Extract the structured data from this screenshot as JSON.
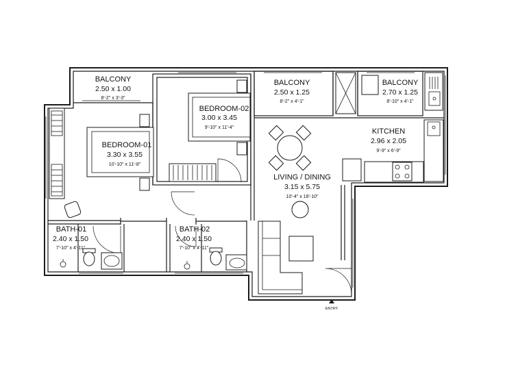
{
  "rooms": {
    "balcony_1": {
      "name": "BALCONY",
      "dim": "2.50 x 1.00",
      "imperial": "8'-2\" x 3'-3\""
    },
    "bedroom_2": {
      "name": "BEDROOM-02",
      "dim": "3.00 x 3.45",
      "imperial": "9'-10\" x 11'-4\""
    },
    "balcony_2": {
      "name": "BALCONY",
      "dim": "2.50 x 1.25",
      "imperial": "8'-2\" x 4'-1\""
    },
    "balcony_3": {
      "name": "BALCONY",
      "dim": "2.70 x 1.25",
      "imperial": "8'-10\" x 4'-1\""
    },
    "bedroom_1": {
      "name": "BEDROOM-01",
      "dim": "3.30 x 3.55",
      "imperial": "10'-10\" x 11'-8\""
    },
    "kitchen": {
      "name": "KITCHEN",
      "dim": "2.96 x 2.05",
      "imperial": "9'-9\" x 6'-9\""
    },
    "living": {
      "name": "LIVING / DINING",
      "dim": "3.15 x 5.75",
      "imperial": "10'-4\" x 18'-10\""
    },
    "bath_1": {
      "name": "BATH-01",
      "dim": "2.40 x 1.50",
      "imperial": "7'-10\" x 4'-11\""
    },
    "bath_2": {
      "name": "BATH-02",
      "dim": "2.40 x 1.50",
      "imperial": "7'-10\" x 4'-11\""
    }
  },
  "entry_label": "ENTRY"
}
